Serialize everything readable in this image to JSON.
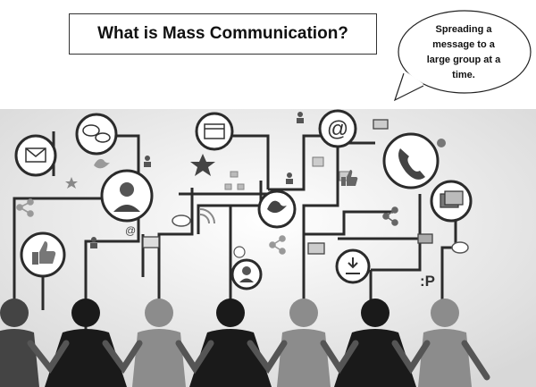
{
  "title": "What is Mass Communication?",
  "bubble": {
    "lines": [
      "Spreading a",
      "message to a",
      "large group at a",
      "time."
    ]
  },
  "illustration": {
    "icons": [
      "email-icon",
      "chat-icon",
      "browser-icon",
      "at-icon",
      "phone-icon",
      "photo-icon",
      "thumbs-up-icon",
      "person-avatar-icon",
      "download-icon",
      "share-icon",
      "twitter-bird-icon",
      "star-icon",
      "sitemap-icon",
      "wifi-icon"
    ],
    "emoticon": ":P",
    "at_symbol": "@",
    "people_count": 7,
    "colors": {
      "dark": "#1a1a1a",
      "mid": "#5a5a5a",
      "light": "#8c8c8c",
      "line": "#2b2b2b"
    }
  }
}
